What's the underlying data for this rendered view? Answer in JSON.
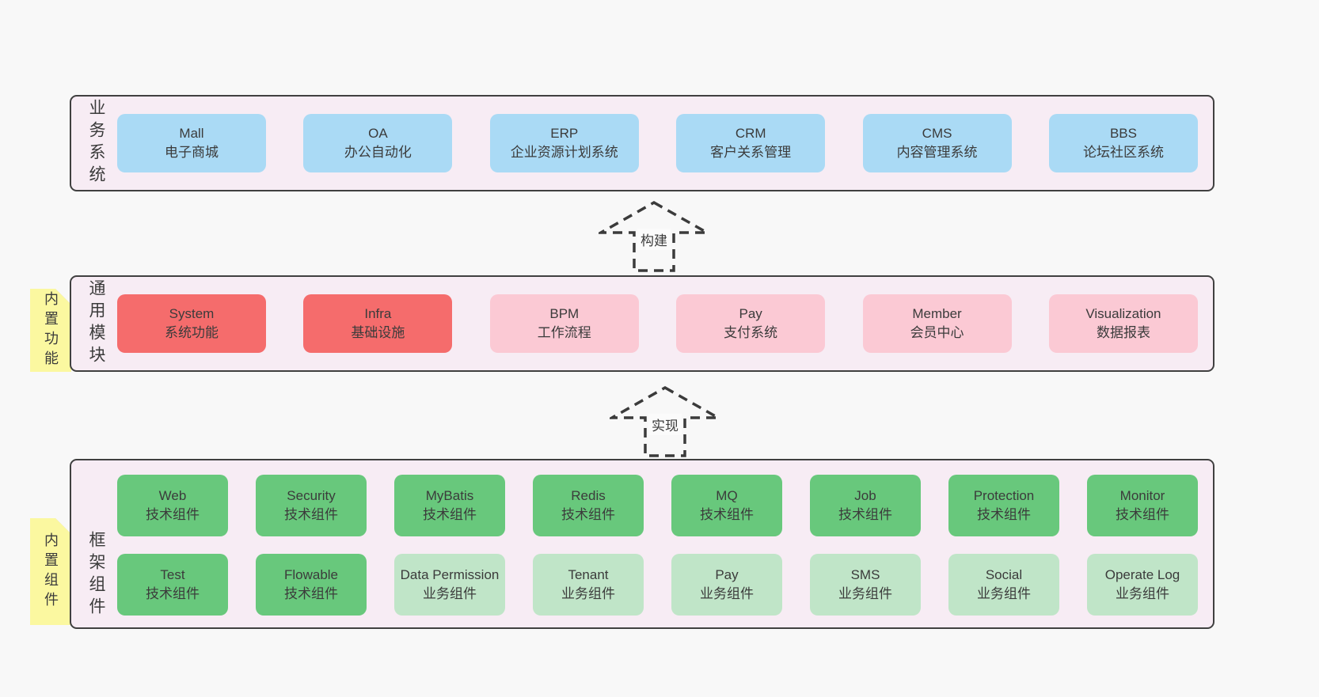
{
  "colors": {
    "page-bg": "#f8f8f8",
    "panel-bg": "#f7ecf4",
    "panel-border": "#404040",
    "blue": "#aadaf5",
    "red": "#f56c6c",
    "pink": "#fbc9d4",
    "green": "#68c87c",
    "lightgreen": "#c0e5c8",
    "yellow": "#fbf8a0",
    "fold-gray": "#c9c9c9",
    "text": "#3b3b3b"
  },
  "layers": [
    {
      "label": "业务系统",
      "boxes": [
        {
          "title": "Mall",
          "subtitle": "电子商城",
          "variant": "blue"
        },
        {
          "title": "OA",
          "subtitle": "办公自动化",
          "variant": "blue"
        },
        {
          "title": "ERP",
          "subtitle": "企业资源计划系统",
          "variant": "blue"
        },
        {
          "title": "CRM",
          "subtitle": "客户关系管理",
          "variant": "blue"
        },
        {
          "title": "CMS",
          "subtitle": "内容管理系统",
          "variant": "blue"
        },
        {
          "title": "BBS",
          "subtitle": "论坛社区系统",
          "variant": "blue"
        }
      ]
    },
    {
      "label": "通用模块",
      "tag": "内置功能",
      "boxes": [
        {
          "title": "System",
          "subtitle": "系统功能",
          "variant": "red"
        },
        {
          "title": "Infra",
          "subtitle": "基础设施",
          "variant": "red"
        },
        {
          "title": "BPM",
          "subtitle": "工作流程",
          "variant": "pink"
        },
        {
          "title": "Pay",
          "subtitle": "支付系统",
          "variant": "pink"
        },
        {
          "title": "Member",
          "subtitle": "会员中心",
          "variant": "pink"
        },
        {
          "title": "Visualization",
          "subtitle": "数据报表",
          "variant": "pink"
        }
      ]
    },
    {
      "label": "框架组件",
      "tag": "内置组件",
      "rows": [
        [
          {
            "title": "Web",
            "subtitle": "技术组件",
            "variant": "green"
          },
          {
            "title": "Security",
            "subtitle": "技术组件",
            "variant": "green"
          },
          {
            "title": "MyBatis",
            "subtitle": "技术组件",
            "variant": "green"
          },
          {
            "title": "Redis",
            "subtitle": "技术组件",
            "variant": "green"
          },
          {
            "title": "MQ",
            "subtitle": "技术组件",
            "variant": "green"
          },
          {
            "title": "Job",
            "subtitle": "技术组件",
            "variant": "green"
          },
          {
            "title": "Protection",
            "subtitle": "技术组件",
            "variant": "green"
          },
          {
            "title": "Monitor",
            "subtitle": "技术组件",
            "variant": "green"
          }
        ],
        [
          {
            "title": "Test",
            "subtitle": "技术组件",
            "variant": "green"
          },
          {
            "title": "Flowable",
            "subtitle": "技术组件",
            "variant": "green"
          },
          {
            "title": "Data Permission",
            "subtitle": "业务组件",
            "variant": "lightgreen"
          },
          {
            "title": "Tenant",
            "subtitle": "业务组件",
            "variant": "lightgreen"
          },
          {
            "title": "Pay",
            "subtitle": "业务组件",
            "variant": "lightgreen"
          },
          {
            "title": "SMS",
            "subtitle": "业务组件",
            "variant": "lightgreen"
          },
          {
            "title": "Social",
            "subtitle": "业务组件",
            "variant": "lightgreen"
          },
          {
            "title": "Operate Log",
            "subtitle": "业务组件",
            "variant": "lightgreen"
          }
        ]
      ]
    }
  ],
  "arrows": [
    {
      "label": "构建"
    },
    {
      "label": "实现"
    }
  ]
}
